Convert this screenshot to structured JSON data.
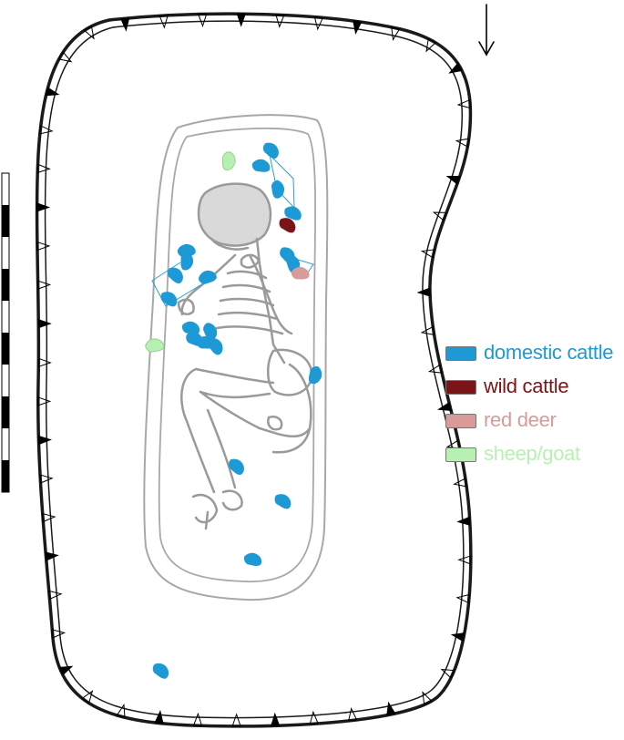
{
  "legend": [
    {
      "label": "domestic cattle",
      "color": "#1d9ad6"
    },
    {
      "label": "wild cattle",
      "color": "#7a1416"
    },
    {
      "label": "red deer",
      "color": "#d99b9a"
    },
    {
      "label": "sheep/goat",
      "color": "#b8f0b4"
    }
  ],
  "colors": {
    "pit_outline": "#1a1a1a",
    "inner_outline": "#a8a8a8",
    "skeleton_line": "#9a9a9a",
    "skull_fill": "#d9d9d9",
    "scale_bar": "#000000",
    "connector_lines": "#2a9fd8"
  },
  "icons": {
    "north_arrow": "north-arrow-icon",
    "scale_bar": "scale-bar-icon"
  },
  "bone_finds": {
    "domestic_cattle_count": 21,
    "wild_cattle_count": 1,
    "red_deer_count": 1,
    "sheep_goat_count": 2
  }
}
